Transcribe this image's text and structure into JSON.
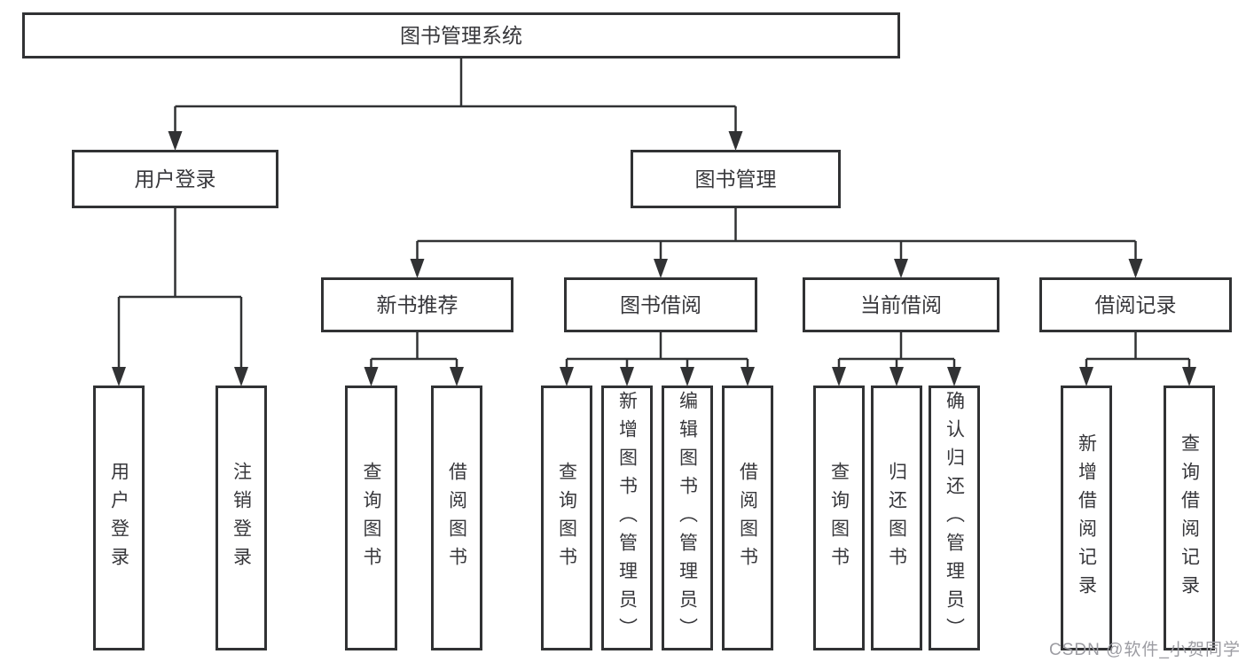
{
  "diagram": {
    "type": "hierarchy-tree",
    "line_color": "#313234",
    "box_background": "#ffffff",
    "text_color": "#37373b"
  },
  "nodes": [
    {
      "id": "root",
      "label": "图书管理系统",
      "orientation": "horizontal",
      "children": [
        "user-login",
        "book-mgmt"
      ]
    },
    {
      "id": "user-login",
      "label": "用户登录",
      "orientation": "horizontal",
      "children": [
        "leaf-login",
        "leaf-logout"
      ]
    },
    {
      "id": "book-mgmt",
      "label": "图书管理",
      "orientation": "horizontal",
      "children": [
        "new-book-rec",
        "book-borrow",
        "current-borrow",
        "borrow-records"
      ]
    },
    {
      "id": "new-book-rec",
      "label": "新书推荐",
      "orientation": "horizontal",
      "children": [
        "nb-query",
        "nb-borrow"
      ]
    },
    {
      "id": "book-borrow",
      "label": "图书借阅",
      "orientation": "horizontal",
      "children": [
        "bb-query",
        "bb-add",
        "bb-edit",
        "bb-borrow"
      ]
    },
    {
      "id": "current-borrow",
      "label": "当前借阅",
      "orientation": "horizontal",
      "children": [
        "cb-query",
        "cb-return",
        "cb-confirm"
      ]
    },
    {
      "id": "borrow-records",
      "label": "借阅记录",
      "orientation": "horizontal",
      "children": [
        "br-add",
        "br-query"
      ]
    },
    {
      "id": "leaf-login",
      "label": "用户登录",
      "orientation": "vertical",
      "children": []
    },
    {
      "id": "leaf-logout",
      "label": "注销登录",
      "orientation": "vertical",
      "children": []
    },
    {
      "id": "nb-query",
      "label": "查询图书",
      "orientation": "vertical",
      "children": []
    },
    {
      "id": "nb-borrow",
      "label": "借阅图书",
      "orientation": "vertical",
      "children": []
    },
    {
      "id": "bb-query",
      "label": "查询图书",
      "orientation": "vertical",
      "children": []
    },
    {
      "id": "bb-add",
      "label": "新增图书（管理员）",
      "orientation": "vertical",
      "children": []
    },
    {
      "id": "bb-edit",
      "label": "编辑图书（管理员）",
      "orientation": "vertical",
      "children": []
    },
    {
      "id": "bb-borrow",
      "label": "借阅图书",
      "orientation": "vertical",
      "children": []
    },
    {
      "id": "cb-query",
      "label": "查询图书",
      "orientation": "vertical",
      "children": []
    },
    {
      "id": "cb-return",
      "label": "归还图书",
      "orientation": "vertical",
      "children": []
    },
    {
      "id": "cb-confirm",
      "label": "确认归还（管理员）",
      "orientation": "vertical",
      "children": []
    },
    {
      "id": "br-add",
      "label": "新增借阅记录",
      "orientation": "vertical",
      "children": []
    },
    {
      "id": "br-query",
      "label": "查询借阅记录",
      "orientation": "vertical",
      "children": []
    }
  ],
  "watermark": {
    "text": "CSDN @软件_小贺同学"
  }
}
